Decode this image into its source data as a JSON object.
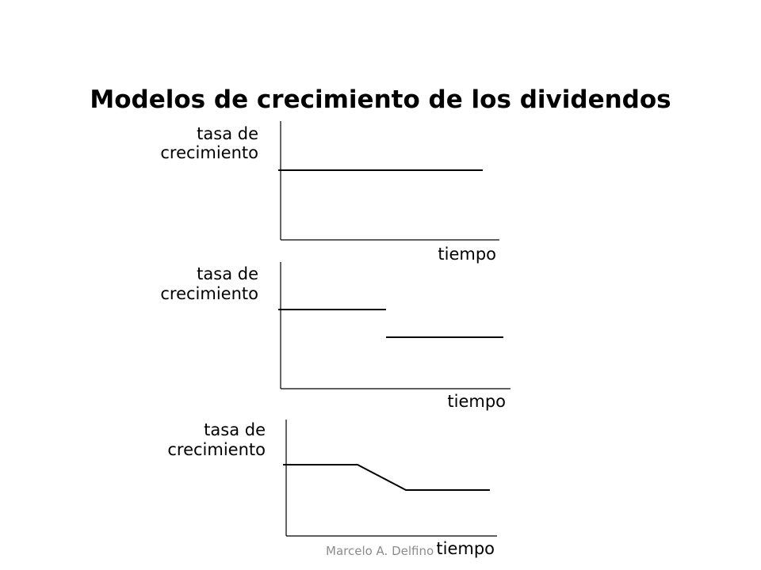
{
  "title": "Modelos de crecimiento de los dividendos",
  "diagrams": [
    {
      "y_label_line1": "tasa de",
      "y_label_line2": "crecimiento",
      "x_label": "tiempo"
    },
    {
      "y_label_line1": "tasa de",
      "y_label_line2": "crecimiento",
      "x_label": "tiempo"
    },
    {
      "y_label_line1": "tasa de",
      "y_label_line2": "crecimiento",
      "x_label": "tiempo"
    }
  ],
  "footer": "Marcelo A. Delfino",
  "colors": {
    "background": "#ffffff",
    "line": "#000000",
    "footer_text": "#8c8c8c"
  }
}
